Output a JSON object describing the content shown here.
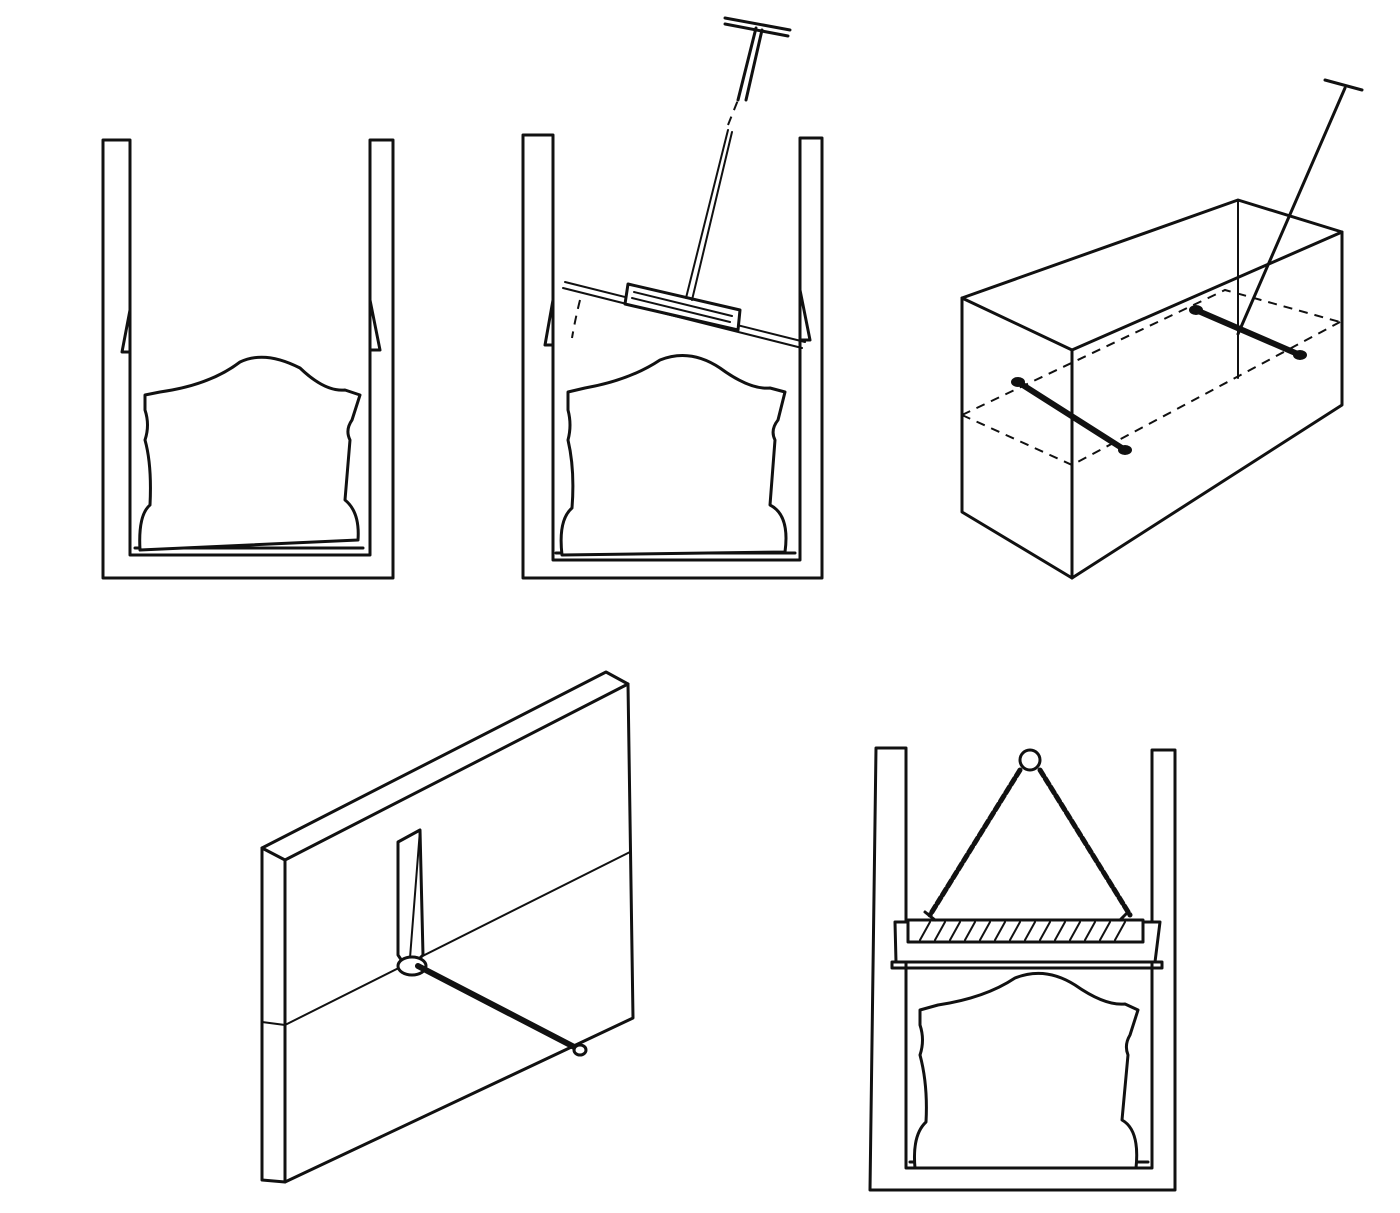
{
  "figure": {
    "panels": [
      {
        "id": "channel-with-headstone"
      },
      {
        "id": "channel-with-tbar-lifter"
      },
      {
        "id": "block-with-lifting-pins"
      },
      {
        "id": "slab-with-drilled-hole"
      },
      {
        "id": "channel-with-sling-lift"
      }
    ],
    "colors": {
      "ink": "#111111",
      "paper": "#ffffff"
    }
  }
}
